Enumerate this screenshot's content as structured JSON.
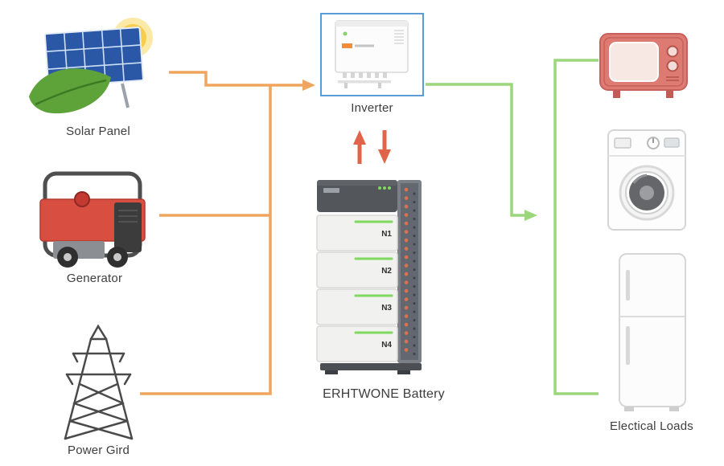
{
  "sources": {
    "solar": {
      "label": "Solar Panel"
    },
    "generator": {
      "label": "Generator"
    },
    "grid": {
      "label": "Power Gird"
    }
  },
  "inverter": {
    "label": "Inverter"
  },
  "battery": {
    "label": "ERHTWONE Battery",
    "modules": [
      "N1",
      "N2",
      "N3",
      "N4"
    ]
  },
  "loads": {
    "label": "Electical Loads",
    "items": [
      "television",
      "washing-machine",
      "refrigerator"
    ]
  },
  "colors": {
    "source_arrow": "#f0a55e",
    "exchange_arrow": "#e06449",
    "load_arrow": "#9cd67b",
    "inverter_border": "#5b9bd5",
    "label_text": "#3e3e3e"
  }
}
